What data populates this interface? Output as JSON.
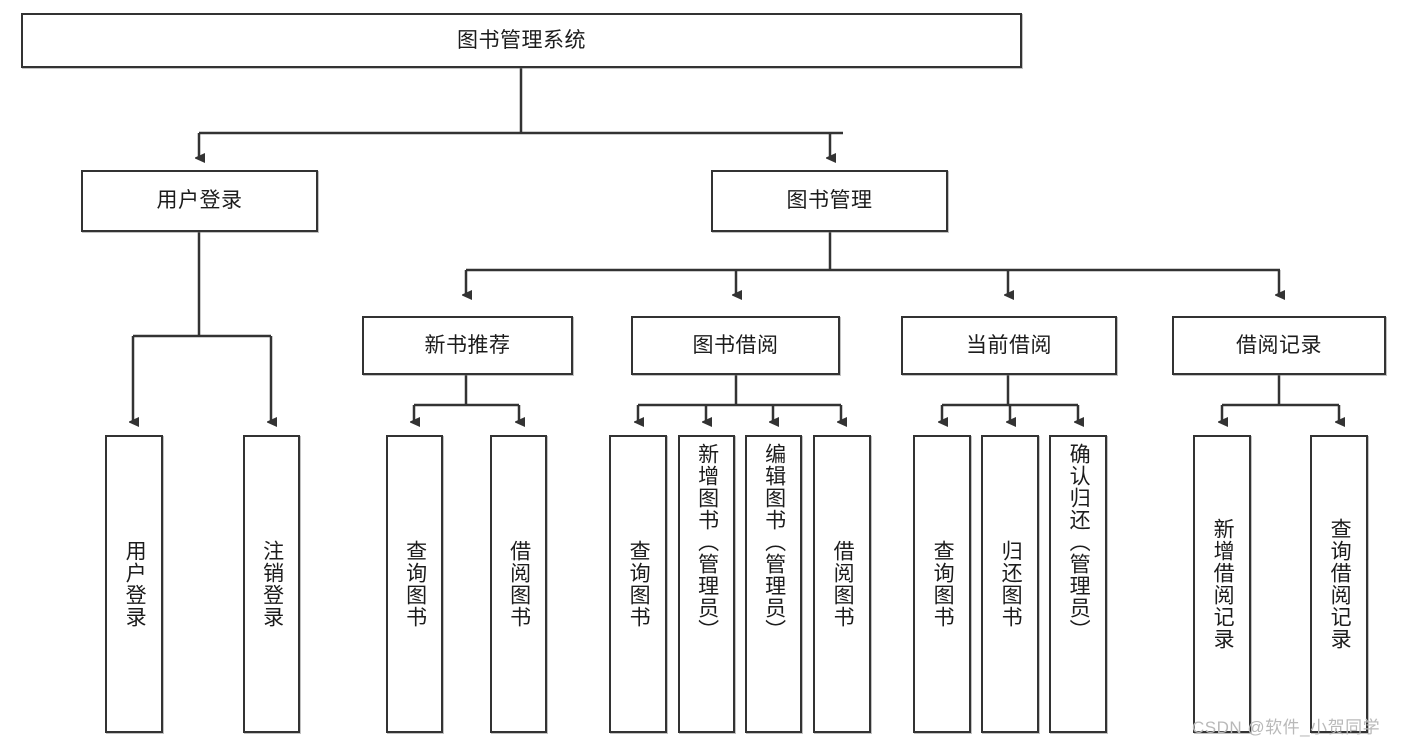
{
  "diagram": {
    "title": "图书管理系统",
    "type": "hierarchy-tree",
    "root": {
      "label": "图书管理系统"
    },
    "level2": [
      {
        "label": "用户登录"
      },
      {
        "label": "图书管理"
      }
    ],
    "level3": [
      {
        "label": "新书推荐"
      },
      {
        "label": "图书借阅"
      },
      {
        "label": "当前借阅"
      },
      {
        "label": "借阅记录"
      }
    ],
    "leaves": {
      "user_login": [
        {
          "label": "用户登录"
        },
        {
          "label": "注销登录"
        }
      ],
      "new_book_recommend": [
        {
          "label": "查询图书"
        },
        {
          "label": "借阅图书"
        }
      ],
      "book_borrow": [
        {
          "label": "查询图书"
        },
        {
          "label": "新增图书（管理员）"
        },
        {
          "label": "编辑图书（管理员）"
        },
        {
          "label": "借阅图书"
        }
      ],
      "current_borrow": [
        {
          "label": "查询图书"
        },
        {
          "label": "归还图书"
        },
        {
          "label": "确认归还（管理员）"
        }
      ],
      "borrow_record": [
        {
          "label": "新增借阅记录"
        },
        {
          "label": "查询借阅记录"
        }
      ]
    }
  },
  "watermark": {
    "text": "CSDN @软件_小贺同学"
  },
  "colors": {
    "stroke": "#333333",
    "fill": "#ffffff",
    "text": "#1c1c1c",
    "watermark": "#b9b9b9"
  }
}
